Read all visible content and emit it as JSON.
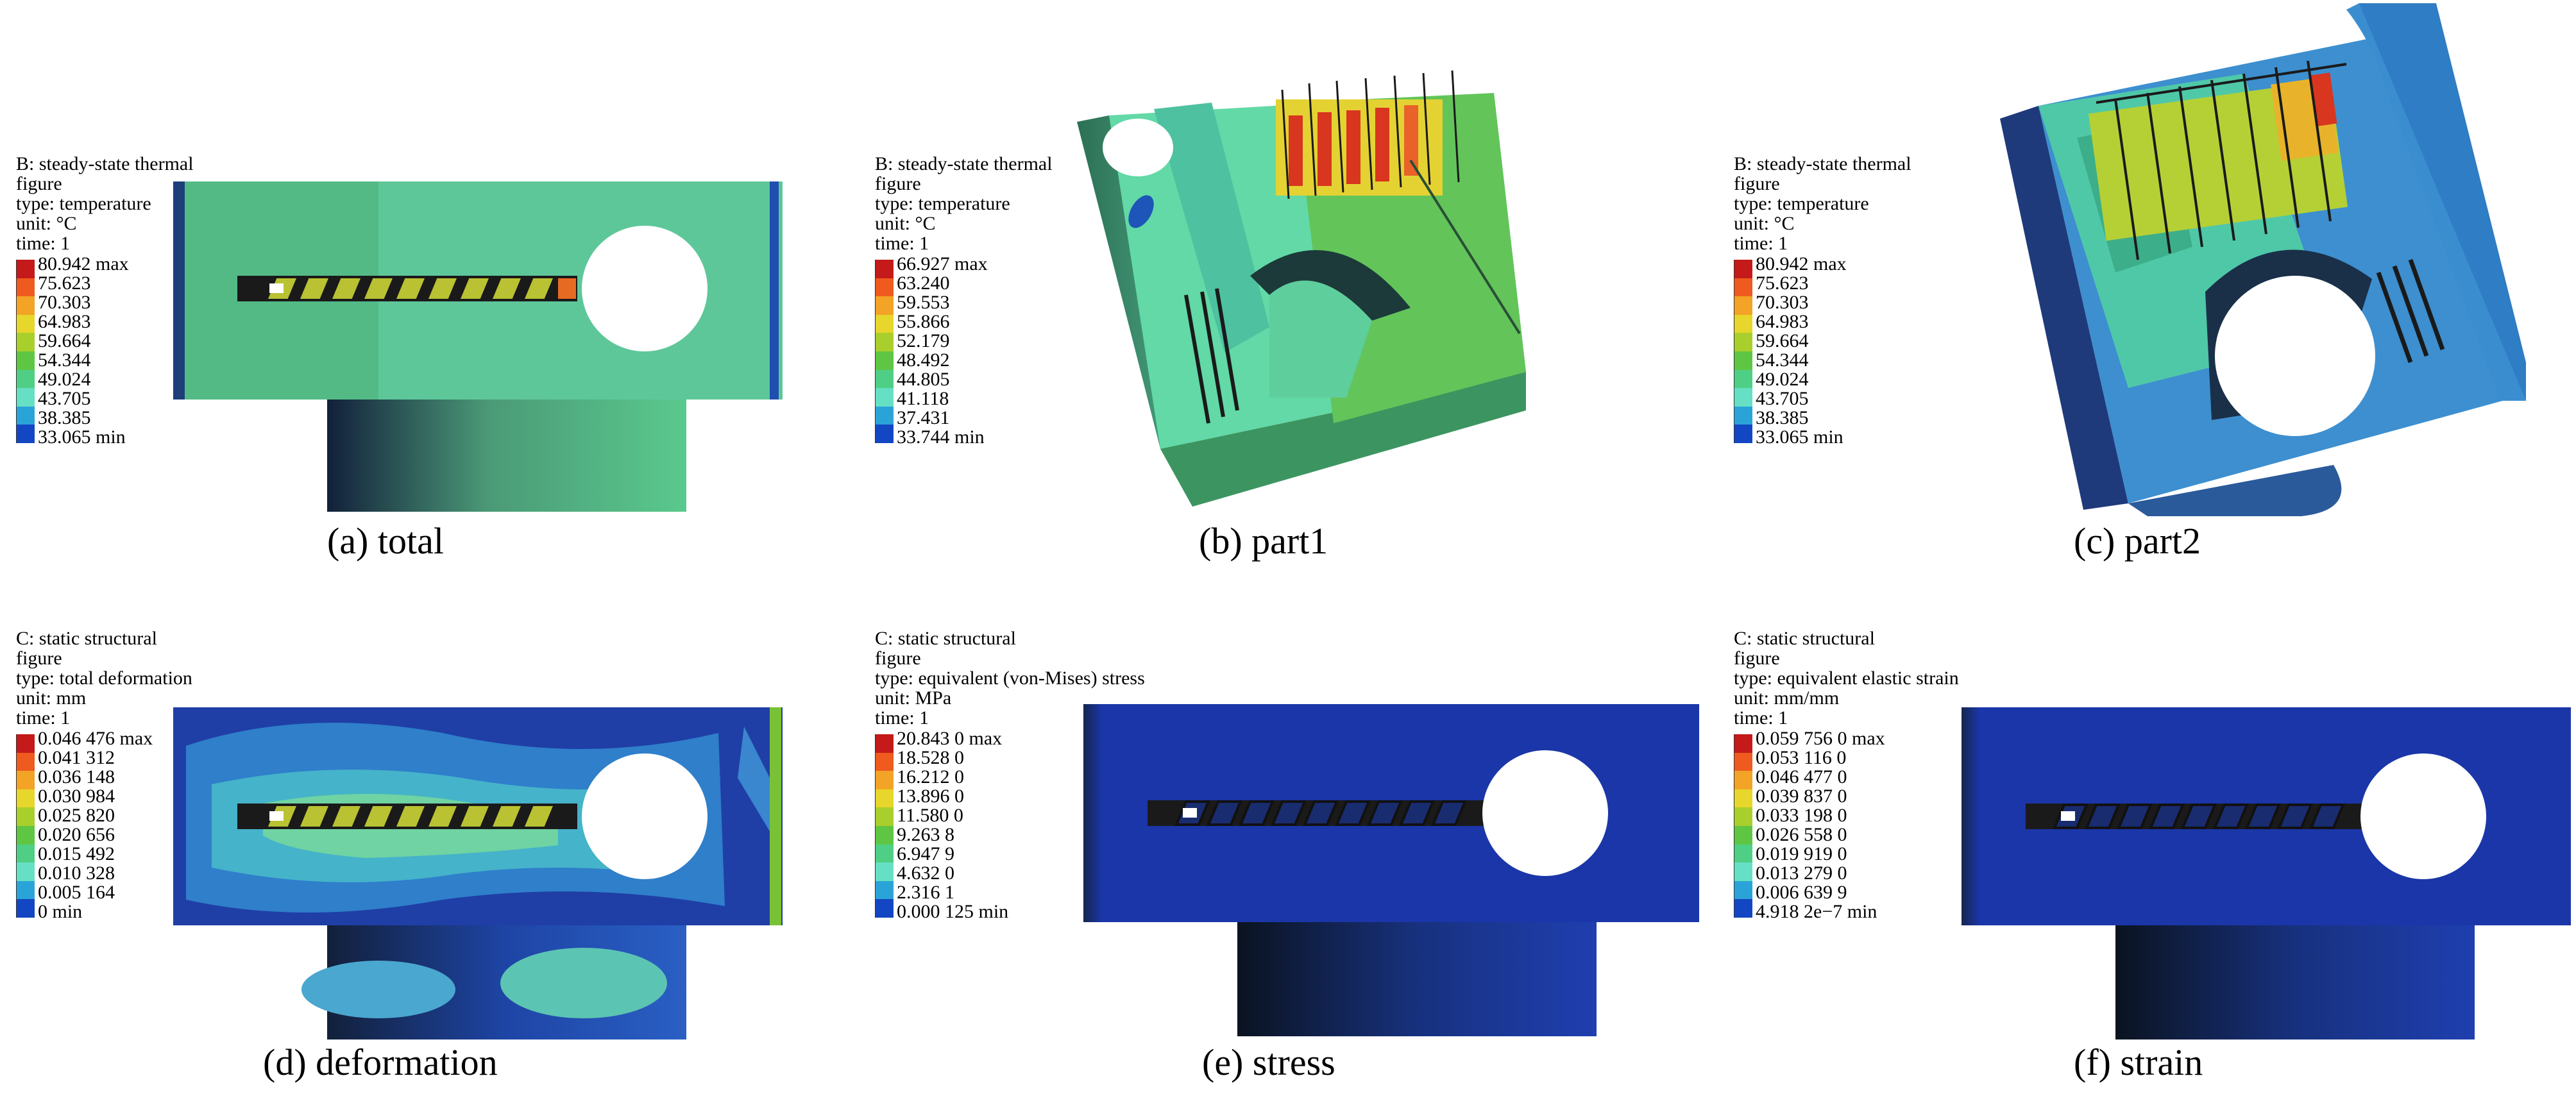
{
  "colors": {
    "scale": [
      "#c41a1a",
      "#ef5a1e",
      "#f3a326",
      "#e7d62b",
      "#a9cf2c",
      "#5ec643",
      "#4fcf86",
      "#66e0c4",
      "#2aa4d8",
      "#1346c2"
    ],
    "model_green": "#5ac083",
    "model_blue": "#1f3fa6",
    "shadow": "#12203a"
  },
  "panels": [
    {
      "id": "a",
      "caption": "(a) total",
      "legend": {
        "header": [
          "B: steady-state thermal",
          "figure",
          "type: temperature",
          "unit: °C",
          "time: 1"
        ],
        "values": [
          "80.942 max",
          "75.623",
          "70.303",
          "64.983",
          "59.664",
          "54.344",
          "49.024",
          "43.705",
          "38.385",
          "33.065 min"
        ]
      }
    },
    {
      "id": "b",
      "caption": "(b) part1",
      "legend": {
        "header": [
          "B: steady-state thermal",
          "figure",
          "type: temperature",
          "unit: °C",
          "time: 1"
        ],
        "values": [
          "66.927 max",
          "63.240",
          "59.553",
          "55.866",
          "52.179",
          "48.492",
          "44.805",
          "41.118",
          "37.431",
          "33.744 min"
        ]
      }
    },
    {
      "id": "c",
      "caption": "(c) part2",
      "legend": {
        "header": [
          "B: steady-state thermal",
          "figure",
          "type: temperature",
          "unit: °C",
          "time: 1"
        ],
        "values": [
          "80.942 max",
          "75.623",
          "70.303",
          "64.983",
          "59.664",
          "54.344",
          "49.024",
          "43.705",
          "38.385",
          "33.065 min"
        ]
      }
    },
    {
      "id": "d",
      "caption": "(d) deformation",
      "legend": {
        "header": [
          "C: static structural",
          "figure",
          "type: total deformation",
          "unit: mm",
          "time: 1"
        ],
        "values": [
          "0.046 476 max",
          "0.041 312",
          "0.036 148",
          "0.030 984",
          "0.025 820",
          "0.020 656",
          "0.015 492",
          "0.010 328",
          "0.005 164",
          "0 min"
        ]
      }
    },
    {
      "id": "e",
      "caption": "(e) stress",
      "legend": {
        "header": [
          "C: static structural",
          "figure",
          "type: equivalent (von-Mises) stress",
          "unit: MPa",
          "time: 1"
        ],
        "values": [
          "20.843 0 max",
          "18.528 0",
          "16.212 0",
          "13.896 0",
          "11.580 0",
          "9.263 8",
          "6.947 9",
          "4.632 0",
          "2.316 1",
          "0.000 125 min"
        ]
      }
    },
    {
      "id": "f",
      "caption": "(f) strain",
      "legend": {
        "header": [
          "C: static structural",
          "figure",
          "type: equivalent elastic strain",
          "unit: mm/mm",
          "time: 1"
        ],
        "values": [
          "0.059 756 0 max",
          "0.053 116 0",
          "0.046 477 0",
          "0.039 837 0",
          "0.033 198 0",
          "0.026 558 0",
          "0.019 919 0",
          "0.013 279 0",
          "0.006 639 9",
          "4.918 2e−7 min"
        ]
      }
    }
  ]
}
